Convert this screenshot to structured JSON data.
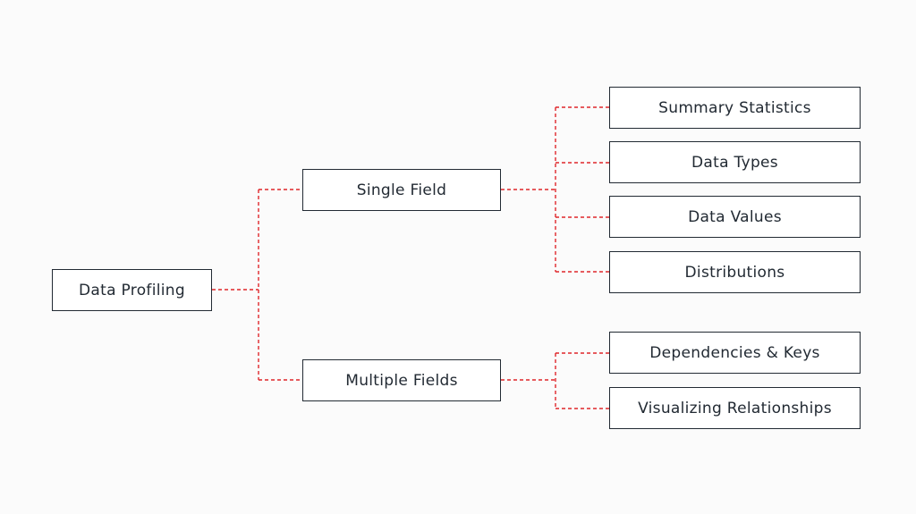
{
  "diagram": {
    "root": {
      "label": "Data Profiling"
    },
    "branches": [
      {
        "label": "Single Field",
        "children": [
          {
            "label": "Summary Statistics"
          },
          {
            "label": "Data Types"
          },
          {
            "label": "Data Values"
          },
          {
            "label": "Distributions"
          }
        ]
      },
      {
        "label": "Multiple Fields",
        "children": [
          {
            "label": "Dependencies & Keys"
          },
          {
            "label": "Visualizing Relationships"
          }
        ]
      }
    ],
    "colors": {
      "connector": "#e0262b",
      "box_border": "#222a33",
      "text": "#222a33",
      "background": "#fbfbfb"
    }
  }
}
